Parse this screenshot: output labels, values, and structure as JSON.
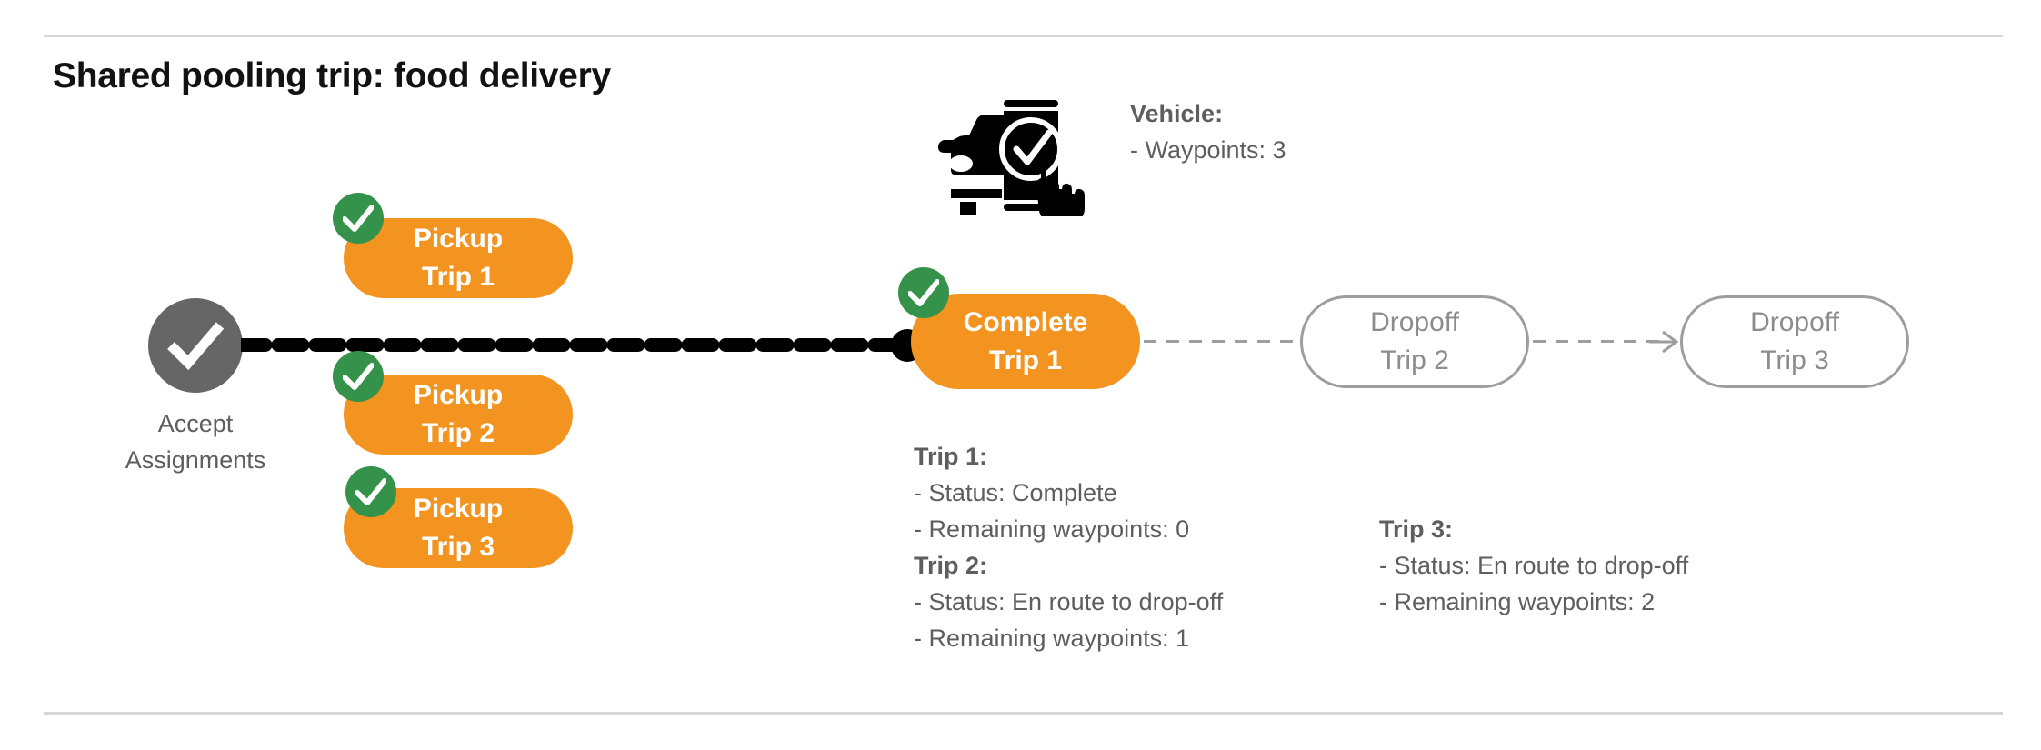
{
  "page": {
    "title": "Shared pooling trip: food delivery"
  },
  "colors": {
    "orange": "#F2941F",
    "green": "#34924B",
    "grey_node": "#666666",
    "grey_text": "#5e5e5e",
    "grey_outline": "#9e9e9e",
    "black": "#000000",
    "rule": "#d6d6d6"
  },
  "flow": {
    "accept": {
      "label_line1": "Accept",
      "label_line2": "Assignments",
      "icon": "check-circle-icon"
    },
    "pickups": [
      {
        "line1": "Pickup",
        "line2": "Trip 1",
        "completed": true
      },
      {
        "line1": "Pickup",
        "line2": "Trip 2",
        "completed": true
      },
      {
        "line1": "Pickup",
        "line2": "Trip 3",
        "completed": true
      }
    ],
    "complete": {
      "line1": "Complete",
      "line2": "Trip 1",
      "completed": true
    },
    "dropoffs": [
      {
        "line1": "Dropoff",
        "line2": "Trip 2",
        "completed": false
      },
      {
        "line1": "Dropoff",
        "line2": "Trip 3",
        "completed": false
      }
    ]
  },
  "callouts": {
    "vehicle": {
      "heading": "Vehicle:",
      "lines": [
        "- Waypoints: 3"
      ]
    },
    "trip1": {
      "heading": "Trip 1:",
      "status": "- Status:  Complete",
      "waypoints": "- Remaining waypoints: 0"
    },
    "trip2": {
      "heading": "Trip 2:",
      "status": "- Status:  En route to drop-off",
      "waypoints": "- Remaining waypoints: 1"
    },
    "trip3": {
      "heading": "Trip 3:",
      "status": "- Status:  En route to drop-off",
      "waypoints": "- Remaining waypoints: 2"
    }
  }
}
